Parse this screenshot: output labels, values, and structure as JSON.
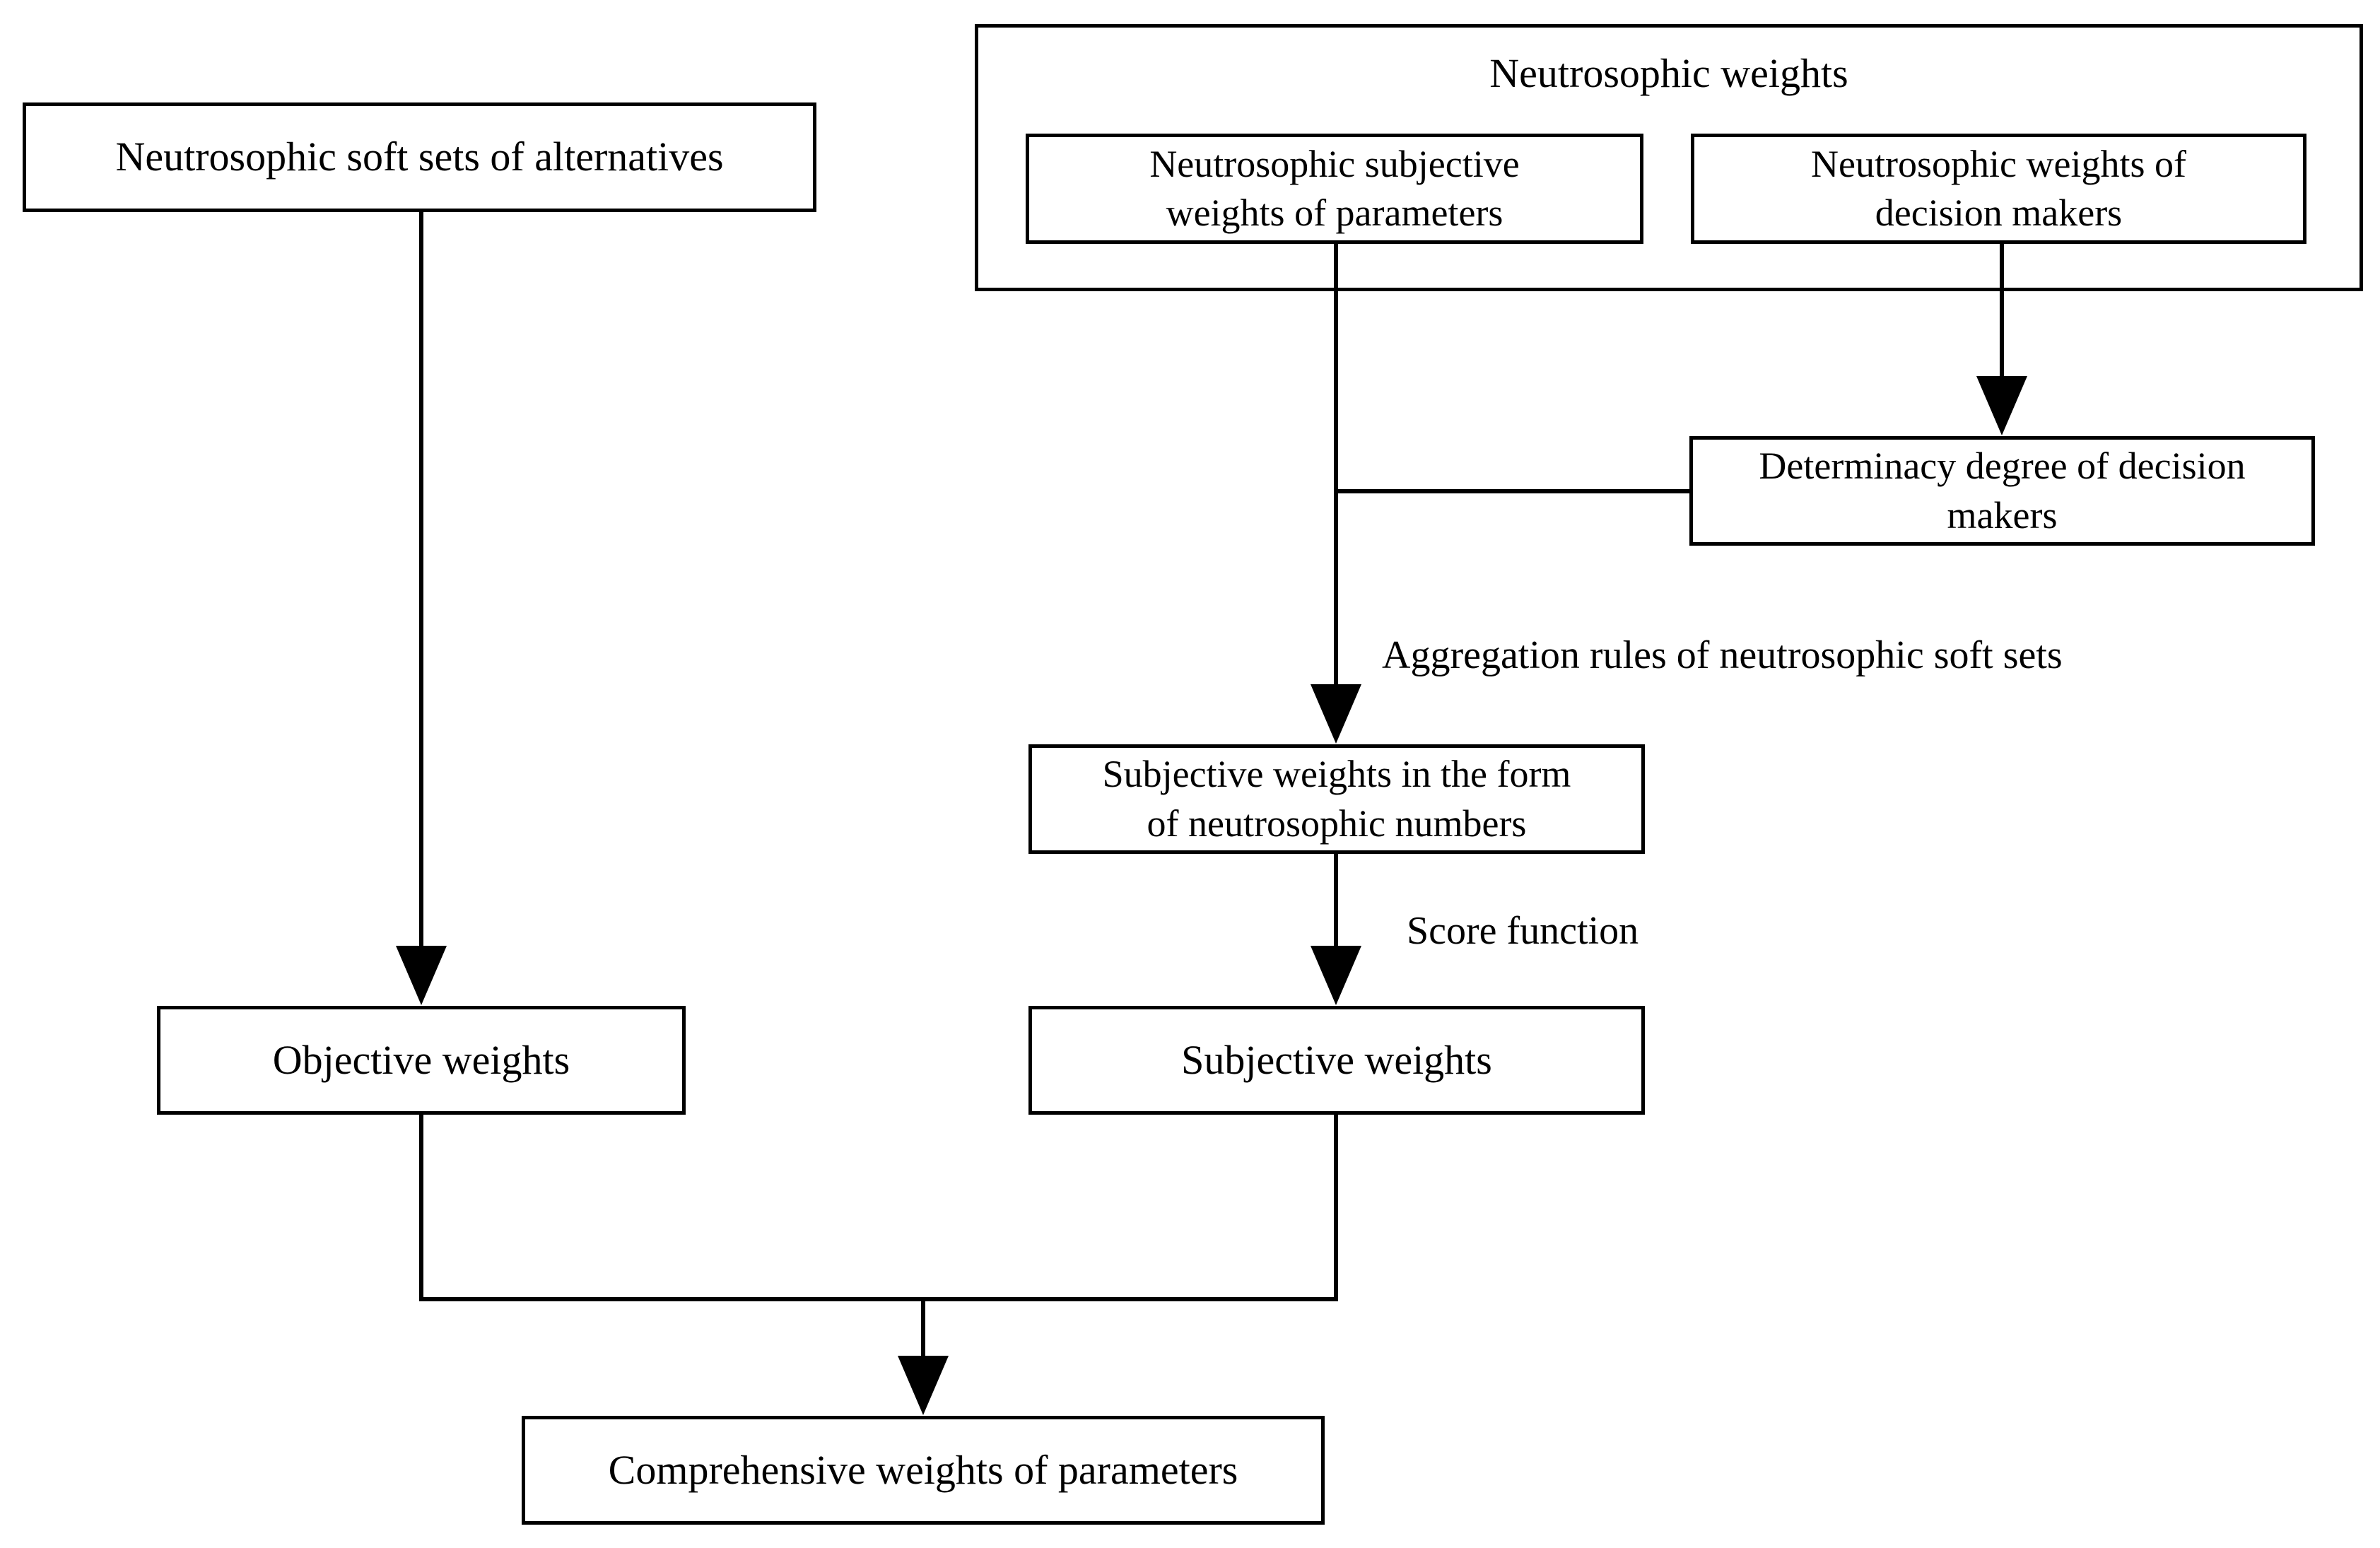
{
  "diagram": {
    "title_visible": false,
    "background": "#ffffff",
    "stroke_color": "#000000",
    "nodes": {
      "nss_alternatives": "Neutrosophic soft sets of alternatives",
      "subjective_weights_params": "Neutrosophic subjective\nweights of parameters",
      "weights_decision_makers": "Neutrosophic weights of\ndecision makers",
      "determinacy_degree": "Determinacy degree of decision\nmakers",
      "subjective_weights_nn": "Subjective weights in the form\nof neutrosophic numbers",
      "objective_weights": "Objective weights",
      "subjective_weights": "Subjective weights",
      "comprehensive_weights": "Comprehensive weights of parameters"
    },
    "group": {
      "neutrosophic_weights_title": "Neutrosophic weights"
    },
    "edge_labels": {
      "aggregation_rules": "Aggregation rules of neutrosophic soft sets",
      "score_function": "Score function"
    }
  }
}
